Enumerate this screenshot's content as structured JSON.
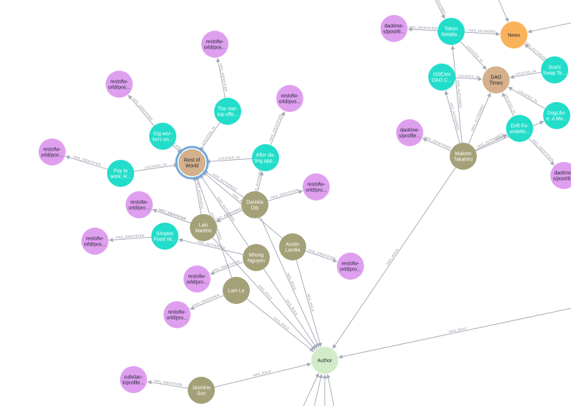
{
  "colors": {
    "identifier": "#df9fef",
    "organization": "#22ddc9",
    "person": "#a4a078",
    "publication": "#d4b08c",
    "role": "#d2ecc9",
    "topic": "#fbb35b",
    "edge": "#a5abb6",
    "selected_ring": "#6fa8dc"
  },
  "nodes": [
    {
      "id": "rest-of-world",
      "type": "publication",
      "lines": [
        "Rest of",
        "World"
      ],
      "selected": true
    },
    {
      "id": "dao-times",
      "type": "publication",
      "lines": [
        "DAO",
        "Times"
      ]
    },
    {
      "id": "news",
      "type": "topic",
      "lines": [
        "News"
      ]
    },
    {
      "id": "author",
      "type": "role",
      "lines": [
        "Author"
      ]
    },
    {
      "id": "daniela-dib",
      "type": "person",
      "lines": [
        "Daniela",
        "Dib"
      ]
    },
    {
      "id": "lais-martins",
      "type": "person",
      "lines": [
        "Lais",
        "Martins"
      ]
    },
    {
      "id": "austin-landia",
      "type": "person",
      "lines": [
        "Austin",
        "Landia"
      ]
    },
    {
      "id": "nhung-nguyen",
      "type": "person",
      "lines": [
        "Nhung",
        "Nguyen"
      ]
    },
    {
      "id": "lam-le",
      "type": "person",
      "lines": [
        "Lam Le"
      ]
    },
    {
      "id": "makoto-takahiro",
      "type": "person",
      "lines": [
        "Makoto",
        "Takahiro"
      ]
    },
    {
      "id": "jasmine-sun",
      "type": "person",
      "lines": [
        "Jasmine",
        "Sun"
      ]
    },
    {
      "id": "gig-workers",
      "type": "organization",
      "lines": [
        "Gig wor-",
        "kers on..."
      ]
    },
    {
      "id": "startup-offe",
      "type": "organization",
      "lines": [
        "The star-",
        "tup offe..."
      ]
    },
    {
      "id": "pay-to-work",
      "type": "organization",
      "lines": [
        "Pay to",
        "work: R..."
      ]
    },
    {
      "id": "after-dating",
      "type": "organization",
      "lines": [
        "After da-",
        "ting app..."
      ]
    },
    {
      "id": "shopee-food",
      "type": "organization",
      "lines": [
        "Shopee",
        "Food mi..."
      ]
    },
    {
      "id": "token-relatio",
      "type": "organization",
      "lines": [
        "Token",
        "Relatio..."
      ]
    },
    {
      "id": "osean-dao",
      "type": "organization",
      "lines": [
        "OSEAN",
        "DAO C..."
      ]
    },
    {
      "id": "sushi-swap",
      "type": "organization",
      "lines": [
        "Sushi",
        "Swap Te..."
      ]
    },
    {
      "id": "doglibre",
      "type": "organization",
      "lines": [
        "DogLibr-",
        "e, a Me..."
      ]
    },
    {
      "id": "drift-foundation",
      "type": "organization",
      "lines": [
        "Drift Fo-",
        "undatio..."
      ]
    },
    {
      "id": "rw-pos-1",
      "type": "identifier",
      "lines": [
        "restofw-",
        "orld/pos..."
      ]
    },
    {
      "id": "rw-pos-2",
      "type": "identifier",
      "lines": [
        "restofw-",
        "orld/pos..."
      ]
    },
    {
      "id": "rw-pos-3",
      "type": "identifier",
      "lines": [
        "restofw-",
        "orld/pos..."
      ]
    },
    {
      "id": "rw-pos-4",
      "type": "identifier",
      "lines": [
        "restofw-",
        "orld/pos..."
      ]
    },
    {
      "id": "rw-pos-5",
      "type": "identifier",
      "lines": [
        "restofw-",
        "orld/pos..."
      ]
    },
    {
      "id": "rw-pro-1",
      "type": "identifier",
      "lines": [
        "restofw-",
        "orld/pro..."
      ]
    },
    {
      "id": "rw-pro-2",
      "type": "identifier",
      "lines": [
        "restofw-",
        "orld/pro..."
      ]
    },
    {
      "id": "rw-pro-3",
      "type": "identifier",
      "lines": [
        "restofw-",
        "orld/pro..."
      ]
    },
    {
      "id": "rw-pro-4",
      "type": "identifier",
      "lines": [
        "restofw-",
        "orld/pro..."
      ]
    },
    {
      "id": "rw-pro-5",
      "type": "identifier",
      "lines": [
        "restofw-",
        "orld/pro..."
      ]
    },
    {
      "id": "rw-pro-6",
      "type": "identifier",
      "lines": [
        "restofw-",
        "orld/pro..."
      ]
    },
    {
      "id": "dt-post-1",
      "type": "identifier",
      "lines": [
        "daotime-",
        "s/post/6..."
      ]
    },
    {
      "id": "dt-post-2",
      "type": "identifier",
      "lines": [
        "daotime-",
        "s/post/6..."
      ]
    },
    {
      "id": "dt-profile",
      "type": "identifier",
      "lines": [
        "daotime-",
        "s/profile..."
      ]
    },
    {
      "id": "substack-profile",
      "type": "identifier",
      "lines": [
        "substac-",
        "k/profile..."
      ]
    }
  ],
  "edges": [
    {
      "from": "gig-workers",
      "to": "rest-of-world",
      "label": "LOCATED_IN"
    },
    {
      "from": "startup-offe",
      "to": "rest-of-world",
      "label": "LOCATED_IN"
    },
    {
      "from": "pay-to-work",
      "to": "rest-of-world",
      "label": "LOCATED_IN"
    },
    {
      "from": "after-dating",
      "to": "rest-of-world",
      "label": "LOCATED_IN"
    },
    {
      "from": "gig-workers",
      "to": "rw-pos-1",
      "label": "HAS_IDENTIFIER"
    },
    {
      "from": "startup-offe",
      "to": "rw-pos-2",
      "label": "HAS_IDENTIFIER"
    },
    {
      "from": "pay-to-work",
      "to": "rw-pos-3",
      "label": "HAS_IDENTIFIER"
    },
    {
      "from": "after-dating",
      "to": "rw-pos-4",
      "label": "HAS_IDENTIFIER"
    },
    {
      "from": "shopee-food",
      "to": "rw-pos-5",
      "label": "HAS_IDENTIFIER"
    },
    {
      "from": "daniela-dib",
      "to": "rest-of-world",
      "label": "HAS_AUTHORED"
    },
    {
      "from": "lais-martins",
      "to": "rest-of-world",
      "label": "HAS_AUTHORED"
    },
    {
      "from": "nhung-nguyen",
      "to": "rest-of-world",
      "label": "HAS_AUTHORED"
    },
    {
      "from": "lam-le",
      "to": "rest-of-world",
      "label": "HAS_AUTHORED"
    },
    {
      "from": "austin-landia",
      "to": "rest-of-world",
      "label": "HAS_AUTHORED"
    },
    {
      "from": "daniela-dib",
      "to": "after-dating",
      "label": "HAS_AUTHORED"
    },
    {
      "from": "daniela-dib",
      "to": "lais-martins",
      "label": "HAS_AUTHORED"
    },
    {
      "from": "nhung-nguyen",
      "to": "shopee-food",
      "label": "HAS_AUTHORED"
    },
    {
      "from": "daniela-dib",
      "to": "rw-pro-1",
      "label": "HAS_IDENTIFIER"
    },
    {
      "from": "lais-martins",
      "to": "rw-pro-2",
      "label": "HAS_IDENTIFIER"
    },
    {
      "from": "austin-landia",
      "to": "rw-pro-3",
      "label": "HAS_IDENTIFIER"
    },
    {
      "from": "nhung-nguyen",
      "to": "rw-pro-4",
      "label": "HAS_IDENTIFIER"
    },
    {
      "from": "lam-le",
      "to": "rw-pro-5",
      "label": "HAS_IDENTIFIER"
    },
    {
      "from": "lais-martins",
      "to": "rw-pro-6",
      "label": "HAS_IDENTIFIER"
    },
    {
      "from": "daniela-dib",
      "to": "author",
      "label": "HAS_ROLE"
    },
    {
      "from": "lais-martins",
      "to": "author",
      "label": "HAS_ROLE"
    },
    {
      "from": "austin-landia",
      "to": "author",
      "label": "HAS_ROLE"
    },
    {
      "from": "nhung-nguyen",
      "to": "author",
      "label": "HAS_ROLE"
    },
    {
      "from": "lam-le",
      "to": "author",
      "label": "HAS_ROLE"
    },
    {
      "from": "makoto-takahiro",
      "to": "author",
      "label": "HAS_ROLE"
    },
    {
      "from": "jasmine-sun",
      "to": "author",
      "label": "HAS_ROLE"
    },
    {
      "from": "jasmine-sun",
      "to": "substack-profile",
      "label": "HAS_IDENTIFIER"
    },
    {
      "from": "offscreen-right",
      "to": "author",
      "label": "HAS_ROLE"
    },
    {
      "from": "offscreen-bottom-1",
      "to": "author",
      "label": ""
    },
    {
      "from": "offscreen-bottom-2",
      "to": "author",
      "label": ""
    },
    {
      "from": "offscreen-bottom-3",
      "to": "author",
      "label": ""
    },
    {
      "from": "offscreen-bottom-4",
      "to": "author",
      "label": ""
    },
    {
      "from": "makoto-takahiro",
      "to": "dt-profile",
      "label": "HAS_IDENTIFIER"
    },
    {
      "from": "makoto-takahiro",
      "to": "dao-times",
      "label": "HAS_AUTHORED"
    },
    {
      "from": "makoto-takahiro",
      "to": "osean-dao",
      "label": "HAS_AUTHORED"
    },
    {
      "from": "makoto-takahiro",
      "to": "token-relatio",
      "label": "HAS_AUTHORED"
    },
    {
      "from": "makoto-takahiro",
      "to": "drift-foundation",
      "label": "HAS_AUTHORED"
    },
    {
      "from": "makoto-takahiro",
      "to": "doglibre",
      "label": "HAS_AUTHORED"
    },
    {
      "from": "token-relatio",
      "to": "dt-post-1",
      "label": "HAS_IDENTIFIER"
    },
    {
      "from": "token-relatio",
      "to": "news",
      "label": "HAS_KEYWORD"
    },
    {
      "from": "token-relatio",
      "to": "dao-times",
      "label": "LOCATED_IN"
    },
    {
      "from": "osean-dao",
      "to": "dao-times",
      "label": "LOCATED_IN"
    },
    {
      "from": "sushi-swap",
      "to": "dao-times",
      "label": "LOCATED_IN"
    },
    {
      "from": "sushi-swap",
      "to": "news",
      "label": "HAS_KEYWORD"
    },
    {
      "from": "doglibre",
      "to": "dao-times",
      "label": "LOCATED_IN"
    },
    {
      "from": "drift-foundation",
      "to": "dao-times",
      "label": "LOCATED_IN"
    },
    {
      "from": "drift-foundation",
      "to": "dt-post-2",
      "label": "HAS_IDENTIFIER"
    },
    {
      "from": "offscreen-top",
      "to": "token-relatio",
      "label": "HAS_AUTHORED"
    },
    {
      "from": "offscreen-top-2",
      "to": "news",
      "label": ""
    },
    {
      "from": "offscreen-right-2",
      "to": "news",
      "label": ""
    }
  ]
}
